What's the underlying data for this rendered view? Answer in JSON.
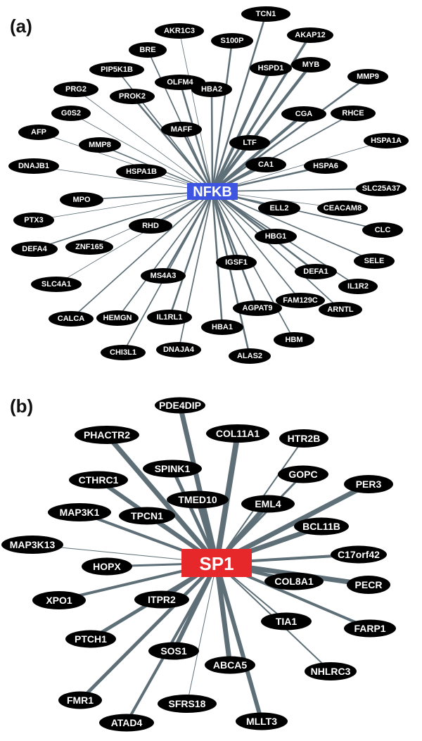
{
  "colors": {
    "node_fill": "#000000",
    "node_text": "#ffffff",
    "edge": "#5e6f77",
    "hub_a": "#3d55e0",
    "hub_b": "#e6282a",
    "label": "#111111"
  },
  "panel_a": {
    "label": "(a)",
    "hub": "NFKB",
    "nodes": [
      "TCN1",
      "AKR1C3",
      "S100P",
      "AKAP12",
      "BRE",
      "HSPD1",
      "MYB",
      "PIP5K1B",
      "OLFM4",
      "HBA2",
      "MMP9",
      "PRG2",
      "PROK2",
      "G0S2",
      "CGA",
      "RHCE",
      "MAFF",
      "AFP",
      "MMP8",
      "LTF",
      "HSPA1A",
      "DNAJB1",
      "HSPA1B",
      "CA1",
      "HSPA6",
      "MPO",
      "SLC25A37",
      "CEACAM8",
      "ELL2",
      "PTX3",
      "RHD",
      "CLC",
      "DEFA4",
      "ZNF165",
      "HBG1",
      "SELE",
      "IGSF1",
      "SLC4A1",
      "MS4A3",
      "DEFA1",
      "IL1R2",
      "FAM129C",
      "ARNTL",
      "CALCA",
      "HEMGN",
      "IL1RL1",
      "AGPAT9",
      "HBA1",
      "HBM",
      "CHI3L1",
      "DNAJA4",
      "ALAS2"
    ]
  },
  "panel_b": {
    "label": "(b)",
    "hub": "SP1",
    "nodes": [
      "PDE4DIP",
      "PHACTR2",
      "COL11A1",
      "HTR2B",
      "SPINK1",
      "GOPC",
      "CTHRC1",
      "TMED10",
      "PER3",
      "EML4",
      "MAP3K1",
      "TPCN1",
      "BCL11B",
      "MAP3K13",
      "C17orf42",
      "HOPX",
      "COL8A1",
      "PECR",
      "XPO1",
      "ITPR2",
      "TIA1",
      "FARP1",
      "PTCH1",
      "SOS1",
      "ABCA5",
      "NHLRC3",
      "FMR1",
      "SFRS18",
      "MLLT3",
      "ATAD4"
    ]
  }
}
